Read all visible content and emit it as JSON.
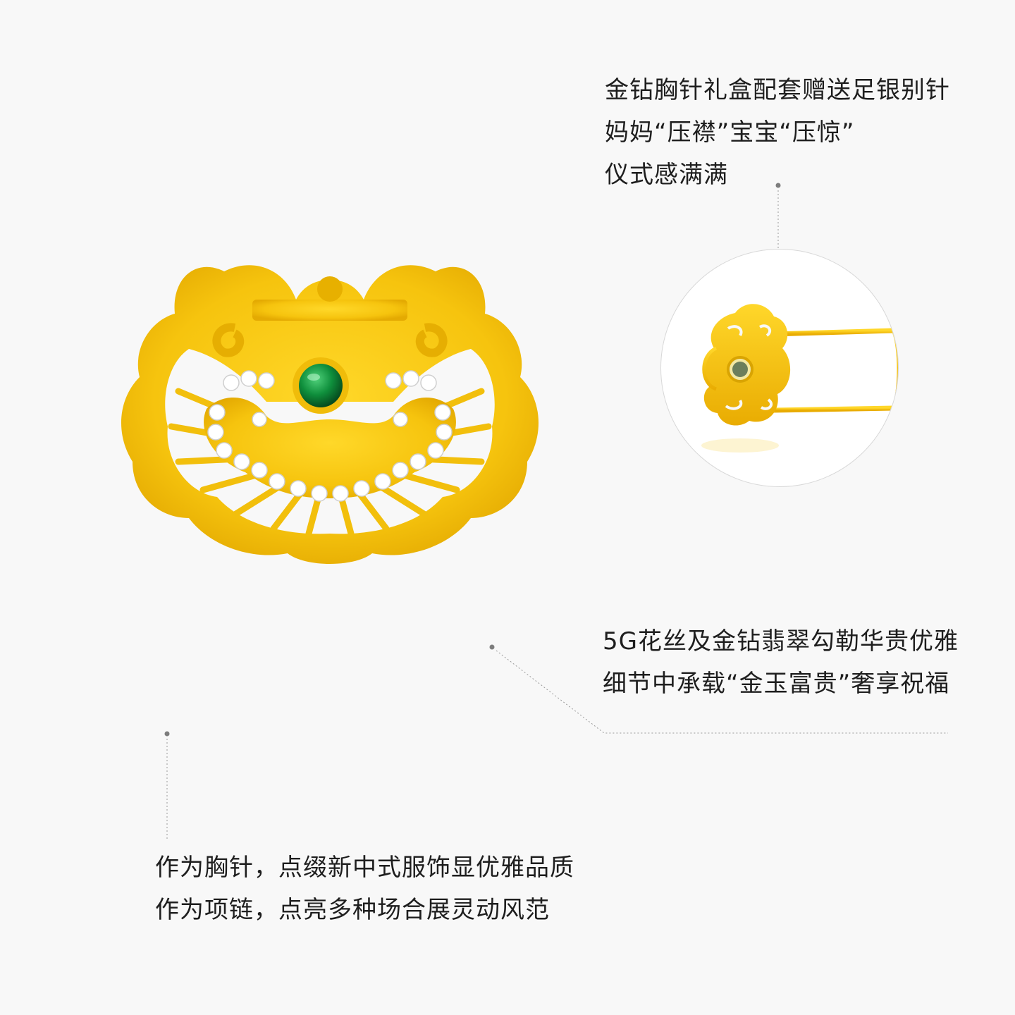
{
  "colors": {
    "background": "#f8f8f8",
    "gold": "#f6c70f",
    "gold_dark": "#e2a903",
    "jade": "#0f8f3c",
    "text": "#1e1e1e",
    "leader_line": "#9a9a9a"
  },
  "images": {
    "main_product": "gold-ruyi-lock-brooch-with-green-jade-and-diamonds",
    "detail_inset": "sterling-silver-safety-pin-with-ruyi-cloud-head"
  },
  "captions": {
    "gift_pin": {
      "lines": [
        "金钻胸针礼盒配套赠送足银别针",
        "妈妈“压襟”宝宝“压惊”",
        "仪式感满满"
      ]
    },
    "craft": {
      "lines": [
        "5G花丝及金钻翡翠勾勒华贵优雅",
        "细节中承载“金玉富贵”奢享祝福"
      ]
    },
    "usage": {
      "lines": [
        "作为胸针，点缀新中式服饰显优雅品质",
        "作为项链，点亮多种场合展灵动风范"
      ]
    }
  }
}
